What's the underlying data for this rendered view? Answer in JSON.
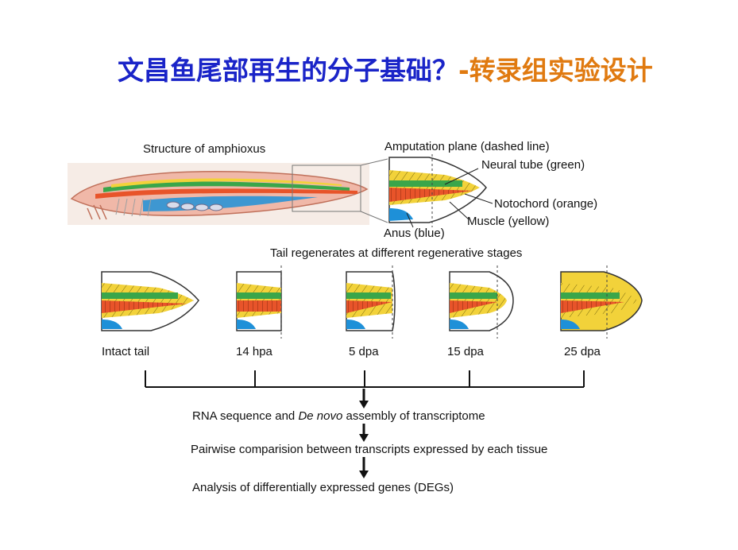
{
  "title": {
    "part1": "文昌鱼尾部再生的分子基础？",
    "dash": "-",
    "part2": "转录组实验设计"
  },
  "diagram": {
    "structure_label": "Structure of amphioxus",
    "amputation_label": "Amputation plane (dashed line)",
    "neural_tube_label": "Neural tube (green)",
    "notochord_label": "Notochord (orange)",
    "muscle_label": "Muscle (yellow)",
    "anus_label": "Anus (blue)",
    "stages_header": "Tail regenerates at different  regenerative stages",
    "stages": [
      {
        "label": "Intact tail"
      },
      {
        "label": "14 hpa"
      },
      {
        "label": "5 dpa"
      },
      {
        "label": "15 dpa"
      },
      {
        "label": "25 dpa"
      }
    ],
    "steps": {
      "step1_a": "RNA sequence and ",
      "step1_italic": "De novo",
      "step1_b": " assembly of transcriptome",
      "step2": "Pairwise comparision between transcripts expressed by each tissue",
      "step3": "Analysis of differentially expressed genes (DEGs)"
    }
  },
  "colors": {
    "title_blue": "#1a24c8",
    "title_orange": "#e07a10",
    "muscle_yellow": "#f2d23a",
    "notochord_orange": "#e8542a",
    "neural_green": "#3aa64a",
    "anus_blue": "#1e90d8",
    "body_pink": "#f0b8a8"
  }
}
